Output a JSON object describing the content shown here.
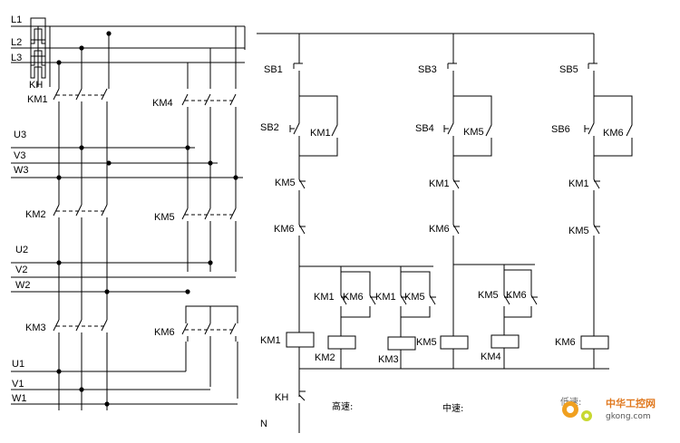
{
  "power": {
    "lines": [
      "L1",
      "L2",
      "L3"
    ],
    "overload": "KH",
    "contactors_left": [
      "KM1",
      "KM2",
      "KM3"
    ],
    "contactors_right": [
      "KM4",
      "KM5",
      "KM6"
    ],
    "outputs": [
      [
        "U3",
        "V3",
        "W3"
      ],
      [
        "U2",
        "V2",
        "W2"
      ],
      [
        "U1",
        "V1",
        "W1"
      ]
    ]
  },
  "control": {
    "columns": [
      {
        "stop": "SB1",
        "start": "SB2",
        "hold": "KM1",
        "lock_a": "KM5",
        "lock_b": "KM6"
      },
      {
        "stop": "SB3",
        "start": "SB4",
        "hold": "KM5",
        "lock_a": "KM1",
        "lock_b": "KM6"
      },
      {
        "stop": "SB5",
        "start": "SB6",
        "hold": "KM6",
        "lock_a": "KM1",
        "lock_b": "KM5"
      }
    ],
    "aux_contacts": [
      "KM1",
      "KM6",
      "KM1",
      "KM5",
      "KM5",
      "KM6"
    ],
    "coils": [
      "KM1",
      "KM2",
      "KM3",
      "KM5",
      "KM4",
      "KM6"
    ],
    "overload": "KH",
    "neutral": "N",
    "notes": [
      "高速:",
      "中速:",
      "低速:"
    ]
  },
  "watermark": {
    "brand": "中华工控网",
    "site": "gkong.com",
    "accent": "#e0781e",
    "gear": "#f0a020"
  }
}
